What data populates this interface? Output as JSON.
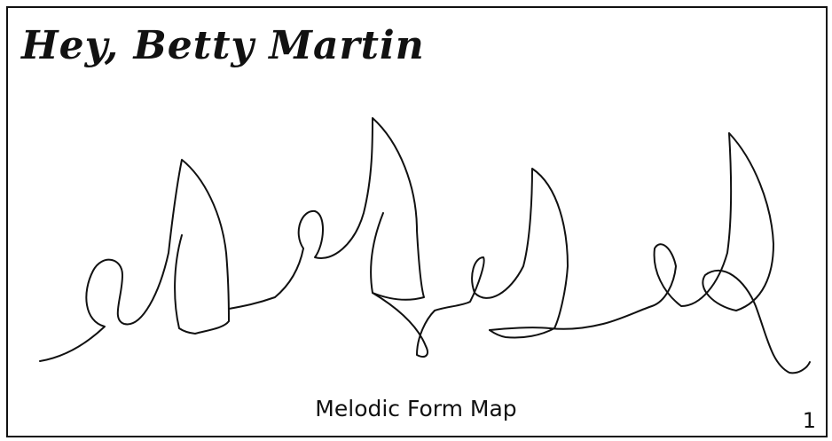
{
  "title": "Hey, Betty Martin",
  "caption": "Melodic Form Map",
  "page_number": "1",
  "colors": {
    "ink": "#111111",
    "background": "#ffffff"
  }
}
